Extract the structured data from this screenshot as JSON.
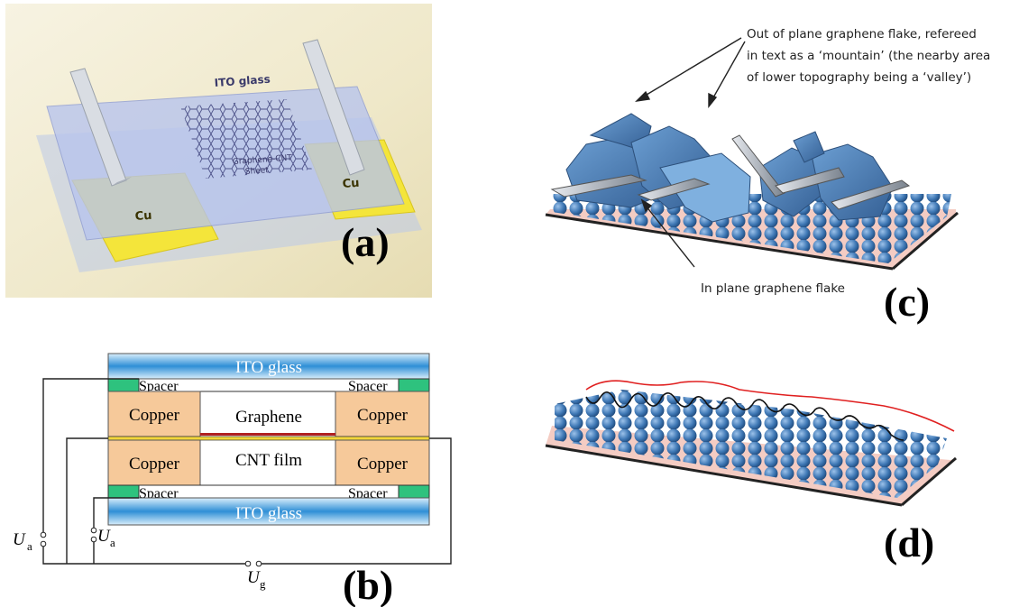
{
  "panels": {
    "a": {
      "label": "(a)",
      "ito_label": "ITO glass",
      "sheet_label_line1": "Graphene-CNT",
      "sheet_label_line2": "Sheet",
      "cu_left": "Cu",
      "cu_right": "Cu"
    },
    "b": {
      "label": "(b)",
      "ito_top": "ITO glass",
      "ito_bottom": "ITO glass",
      "spacer_tl": "Spacer",
      "spacer_tr": "Spacer",
      "spacer_bl": "Spacer",
      "spacer_br": "Spacer",
      "copper_tl": "Copper",
      "copper_tr": "Copper",
      "copper_bl": "Copper",
      "copper_br": "Copper",
      "graphene": "Graphene",
      "cnt_film": "CNT film",
      "ua_left": "U",
      "ua_left_sub": "a",
      "ua_mid": "U",
      "ua_mid_sub": "a",
      "ug": "U",
      "ug_sub": "g"
    },
    "c": {
      "label": "(c)",
      "annotation_line1": "Out of  plane graphene flake, refereed",
      "annotation_line2": "in text as a ‘mountain’ (the nearby area",
      "annotation_line3": "of lower topography being a ‘valley’)",
      "in_plane_label": "In plane graphene flake"
    },
    "d": {
      "label": "(d)"
    }
  },
  "colors": {
    "ito_blue": "#2f8fd6",
    "copper": "#f6c99a",
    "spacer_green": "#2ec27e",
    "sphere_blue": "#3f78b5",
    "substrate_pink": "#f3c7bd",
    "flake_blue": "#4f86bf",
    "red_line": "#e02020",
    "cu_yellow": "#f4e53a"
  }
}
